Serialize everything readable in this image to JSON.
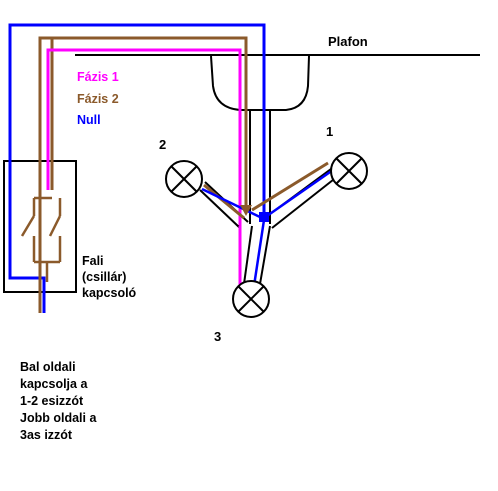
{
  "labels": {
    "ceiling": "Plafon",
    "lamp_1": "1",
    "lamp_2": "2",
    "lamp_3": "3"
  },
  "legend": [
    {
      "text": "Fázis 1",
      "color": "#ff00ff"
    },
    {
      "text": "Fázis 2",
      "color": "#8b5a2b"
    },
    {
      "text": "Null",
      "color": "#0000ff"
    }
  ],
  "switch_caption": [
    "Fali",
    "(csillár)",
    "kapcsoló"
  ],
  "note": [
    "Bal oldali",
    "kapcsolja a",
    "1-2 esizzót",
    "Jobb oldali a",
    "3as izzót"
  ],
  "colors": {
    "phase1": "#ff00ff",
    "phase2": "#8b5a2b",
    "null": "#0000ff",
    "outline": "#000000"
  },
  "icons": {
    "lamp": "bulb-cross-circle",
    "switch": "double-wall-switch",
    "fixture": "ceiling-rose"
  }
}
